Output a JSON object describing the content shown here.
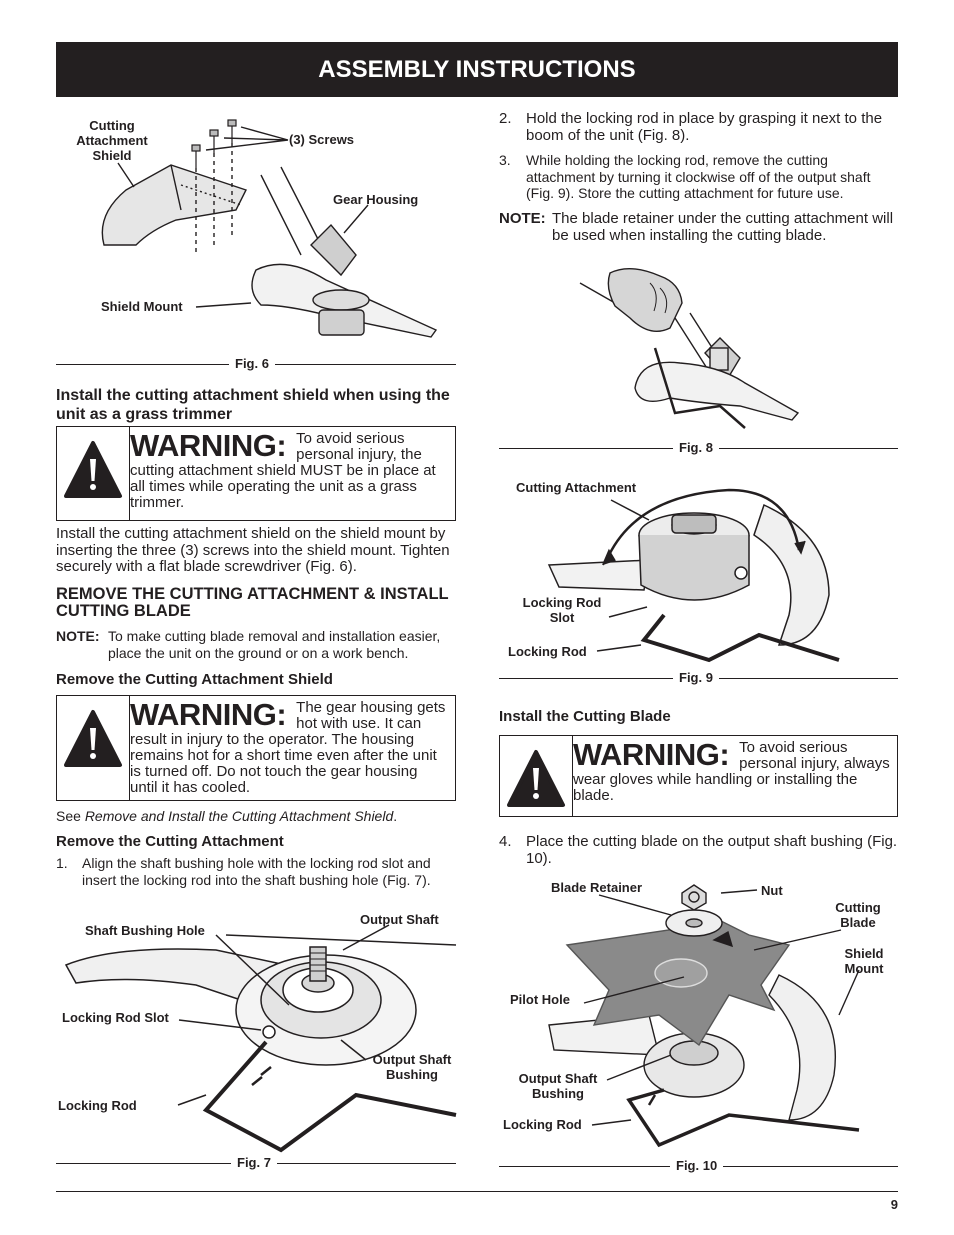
{
  "header": {
    "title": "ASSEMBLY INSTRUCTIONS"
  },
  "fig6": {
    "caption": "Fig. 6",
    "labels": {
      "cutting_attachment_shield": "Cutting\nAttachment\nShield",
      "screws": "(3) Screws",
      "gear_housing": "Gear Housing",
      "shield_mount": "Shield Mount"
    }
  },
  "left": {
    "install_shield_heading": "Install the cutting attachment shield when using the unit as a grass trimmer",
    "warning1": {
      "word": "WARNING:",
      "text": "To avoid serious personal injury, the cutting attachment shield MUST be in place at all times while operating the unit as a grass trimmer."
    },
    "install_shield_body": "Install the cutting attachment shield on the shield mount by inserting the three (3) screws into the shield mount. Tighten securely with a flat blade screwdriver (Fig. 6).",
    "remove_heading": "REMOVE THE CUTTING ATTACHMENT & INSTALL CUTTING BLADE",
    "note1": {
      "key": "NOTE:",
      "text": "To make cutting blade removal and installation easier, place the unit on the ground or on a work bench."
    },
    "remove_shield_heading": "Remove the Cutting Attachment Shield",
    "warning2": {
      "word": "WARNING:",
      "text": "The gear housing gets hot with use. It can result in injury to the operator. The housing remains hot for a short time even after the unit is turned off. Do not touch the gear housing until it has cooled."
    },
    "see_prefix": "See ",
    "see_ref": "Remove and Install the Cutting Attachment Shield",
    "see_suffix": ".",
    "remove_attachment_heading": "Remove the Cutting Attachment",
    "step1": {
      "num": "1.",
      "text": "Align the shaft bushing hole with the locking rod slot and insert the locking rod into the shaft bushing hole (Fig. 7)."
    }
  },
  "fig7": {
    "caption": "Fig. 7",
    "labels": {
      "shaft_bushing_hole": "Shaft Bushing Hole",
      "output_shaft": "Output Shaft",
      "locking_rod_slot": "Locking Rod Slot",
      "output_shaft_bushing": "Output Shaft\nBushing",
      "locking_rod": "Locking Rod"
    }
  },
  "right": {
    "step2": {
      "num": "2.",
      "text": "Hold the locking rod in place by grasping it next to the boom of the unit (Fig. 8)."
    },
    "step3": {
      "num": "3.",
      "text": "While holding the locking rod, remove the cutting attachment by turning it clockwise off of the output shaft (Fig. 9). Store the cutting attachment for future use."
    },
    "note2": {
      "key": "NOTE:",
      "text": "The blade retainer under the cutting attachment will be used when installing the cutting blade."
    },
    "install_blade_heading": "Install the Cutting Blade",
    "warning3": {
      "word": "WARNING:",
      "text": "To avoid serious personal injury, always wear gloves while handling or installing the blade."
    },
    "step4": {
      "num": "4.",
      "text": "Place the cutting blade on the output shaft bushing (Fig. 10)."
    }
  },
  "fig8": {
    "caption": "Fig. 8"
  },
  "fig9": {
    "caption": "Fig. 9",
    "labels": {
      "cutting_attachment": "Cutting Attachment",
      "locking_rod_slot": "Locking Rod\nSlot",
      "locking_rod": "Locking Rod"
    }
  },
  "fig10": {
    "caption": "Fig. 10",
    "labels": {
      "blade_retainer": "Blade Retainer",
      "nut": "Nut",
      "cutting_blade": "Cutting\nBlade",
      "shield_mount": "Shield\nMount",
      "pilot_hole": "Pilot Hole",
      "output_shaft_bushing": "Output Shaft\nBushing",
      "locking_rod": "Locking Rod"
    }
  },
  "footer": {
    "page_number": "9"
  }
}
